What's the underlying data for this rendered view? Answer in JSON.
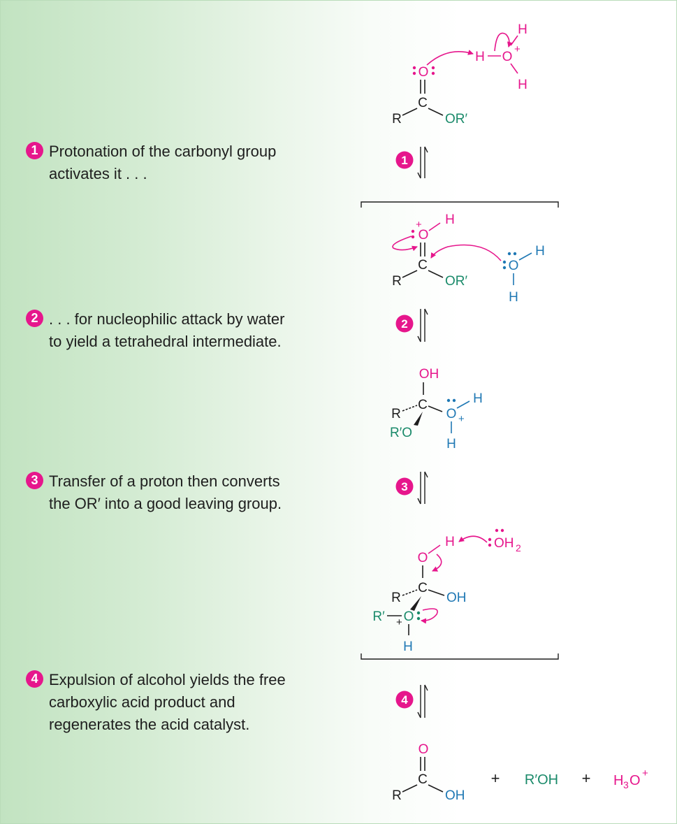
{
  "steps": [
    {
      "num": "1",
      "text": "Protonation of the carbonyl group\nactivates it . . ."
    },
    {
      "num": "2",
      "text": ". . . for nucleophilic attack by water\nto yield a tetrahedral intermediate."
    },
    {
      "num": "3",
      "text": "Transfer of a proton then converts\nthe OR′ into a good leaving group."
    },
    {
      "num": "4",
      "text": "Expulsion of alcohol yields the free\ncarboxylic acid product and\nregenerates the acid catalyst."
    }
  ],
  "atoms": {
    "O": "O",
    "C": "C",
    "H": "H",
    "R": "R",
    "OR_prime": "OR′",
    "R_prime_O": "R′O",
    "R_prime": "R′",
    "OH": "OH",
    "H2": "H",
    "R_prime_OH": "R′OH",
    "plus": "+",
    "subscript_2": "2",
    "subscript_3": "3"
  },
  "colors": {
    "magenta": "#e6168c",
    "teal": "#1a8a6a",
    "blue": "#1f78b4",
    "black": "#1e1e1e"
  }
}
